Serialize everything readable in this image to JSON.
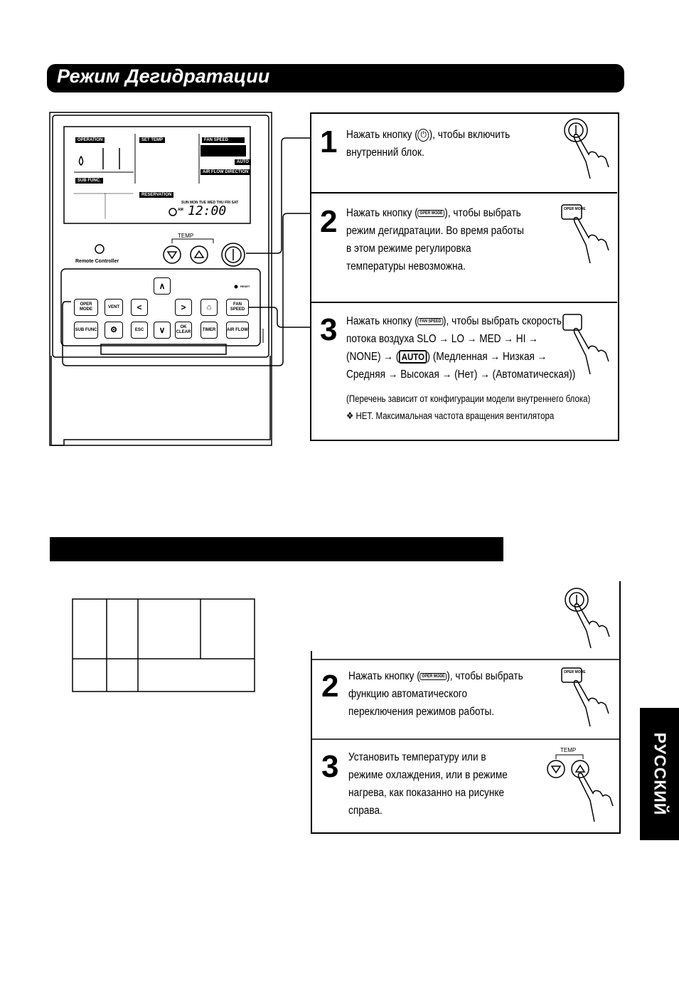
{
  "header": {
    "title": "Режим Дегидратации"
  },
  "side_tab": {
    "label": "РУССКИЙ"
  },
  "remote": {
    "lcd": {
      "operation": "OPERATION",
      "set_temp": "SET TEMP",
      "fan_speed": "FAN SPEED",
      "auto": "AUTO",
      "air_flow_direction": "AIR FLOW DIRECTION",
      "sub_func": "SUB FUNC.",
      "reservation": "RESERVATION",
      "days": "SUN MON TUE WED THU FRI SAT",
      "am": "AM",
      "time": "12:00"
    },
    "temp_label": "TEMP",
    "remote_controller_label": "Remote Controller",
    "reset_label": "RESET",
    "keys": {
      "oper_mode": "OPER MODE",
      "vent": "VENT",
      "fan_speed": "FAN SPEED",
      "sub_func": "SUB FUNC",
      "esc": "ESC",
      "ok_clear": "OK CLEAR",
      "timer": "TIMER",
      "air_flow": "AIR FLOW"
    }
  },
  "steps_top": [
    {
      "num": "1",
      "lines": [
        "Нажать кнопку (",
        "), чтобы включить",
        "внутренний блок."
      ]
    },
    {
      "num": "2",
      "lines": [
        "Нажать кнопку (",
        "), чтобы выбрать",
        "режим дегидратации. Во время работы",
        "в этом режиме регулировка",
        "температуры невозможна."
      ]
    },
    {
      "num": "3",
      "lines": [
        "Нажать кнопку (",
        "), чтобы выбрать скорость",
        "потока воздуха SLO → LO → MED → HI →",
        "(NONE) → (",
        ") (Медленная → Низкая →",
        "Средняя → Высокая → (Нет) → (Автоматическая))"
      ],
      "note1": "(Перечень зависит от конфигурации модели внутреннего блока)",
      "note2": "❖ НЕТ. Максимальная частота вращения вентилятора"
    }
  ],
  "steps_bottom": [
    {
      "num": "2",
      "lines": [
        "Нажать кнопку (",
        "), чтобы выбрать",
        "функцию автоматического",
        "переключения режимов работы."
      ]
    },
    {
      "num": "3",
      "lines": [
        "Установить температуру или в",
        "режиме охлаждения, или в режиме",
        "нагрева, как показанно на рисунке",
        "справа."
      ],
      "temp_label": "TEMP"
    }
  ],
  "icon_labels": {
    "oper_mode": "OPER MODE",
    "fan_speed": "FAN SPEED",
    "auto": "AUTO"
  }
}
